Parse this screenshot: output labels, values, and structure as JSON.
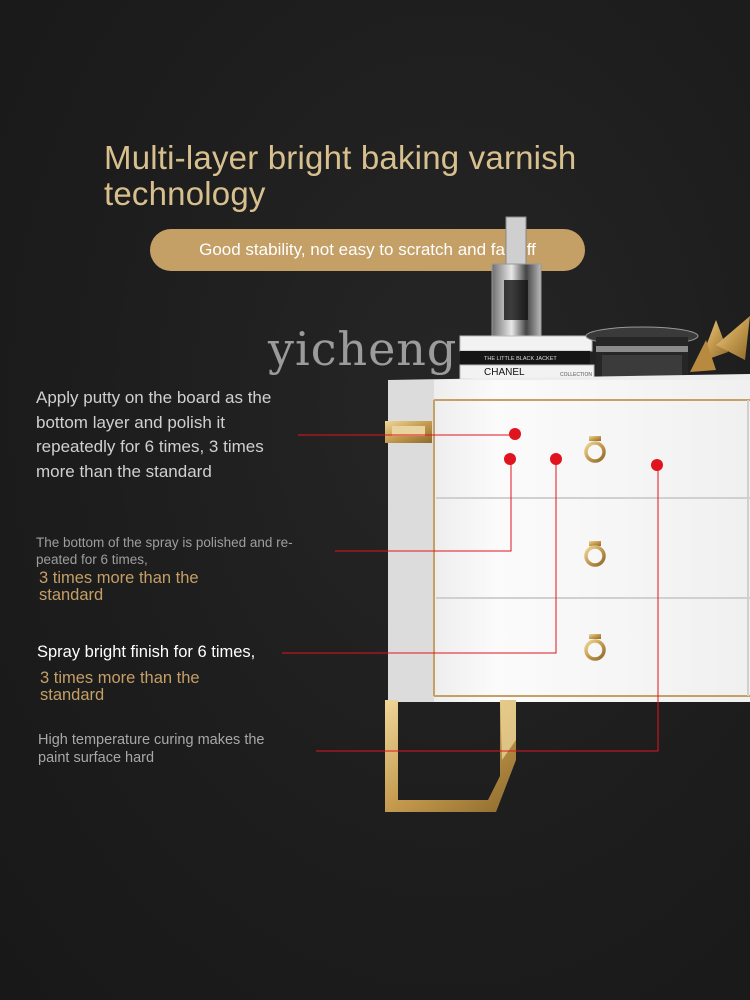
{
  "headline": "Multi-layer bright baking varnish technology",
  "subtitle_pill": "Good stability, not easy to scratch and fall off",
  "watermark": "yicheng",
  "book_text": {
    "top_book": "THE LITTLE BLACK JACKET",
    "middle_book": "CHANEL",
    "bottom_book": "COLLECTION"
  },
  "callouts": [
    {
      "text": "Apply putty on the board as the bottom layer and polish it repeatedly for 6 times, 3 times more than the standard"
    },
    {
      "text": "The bottom of the spray is polished and re-peated for 6 times,",
      "highlight": "3 times more than the standard"
    },
    {
      "text": "Spray bright finish for 6 times,",
      "highlight": "3 times more than the standard"
    },
    {
      "text": "High temperature curing makes the paint surface hard"
    }
  ],
  "colors": {
    "background": "#1c1c1c",
    "gold": "#c49f66",
    "headline": "#d8c08e",
    "marker_red": "#e0141e",
    "cabinet_white": "#f4f4f4"
  }
}
